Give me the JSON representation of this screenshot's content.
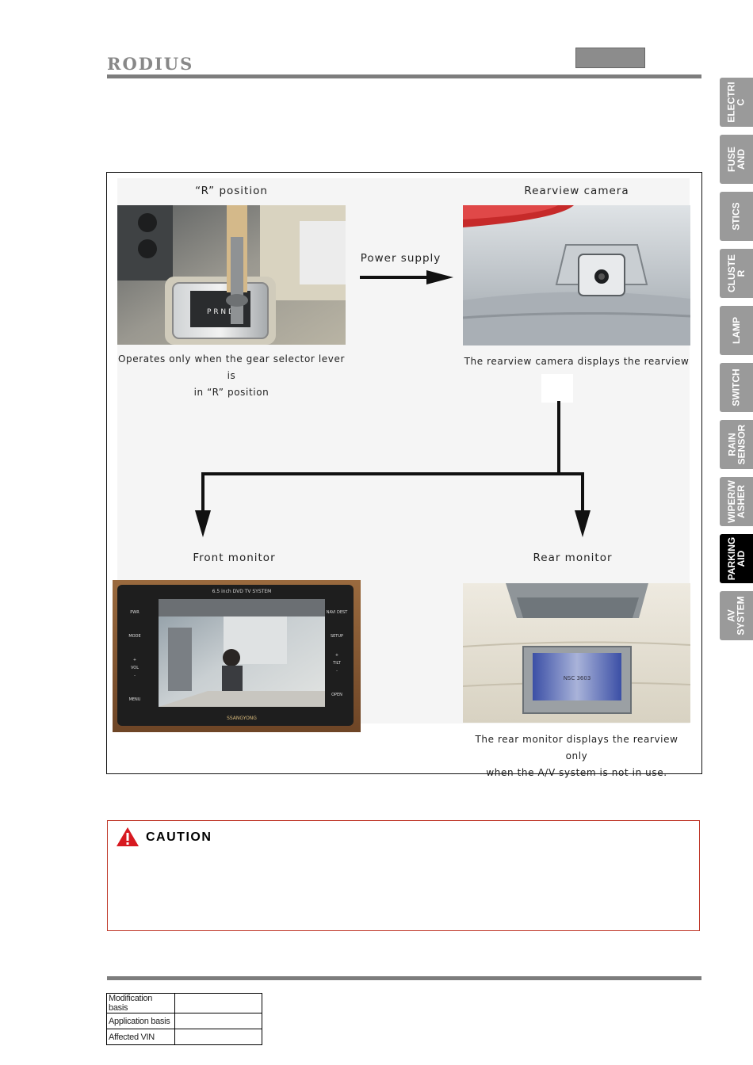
{
  "header": {
    "logo": "RODIUS"
  },
  "tabs": [
    {
      "label": "ELECTRI\nC",
      "active": false
    },
    {
      "label": "FUSE\nAND",
      "active": false
    },
    {
      "label": "STICS",
      "active": false
    },
    {
      "label": "CLUSTE\nR",
      "active": false
    },
    {
      "label": "LAMP",
      "active": false
    },
    {
      "label": "SWITCH",
      "active": false
    },
    {
      "label": "RAIN\nSENSOR",
      "active": false
    },
    {
      "label": "WIPER/W\nASHER",
      "active": false
    },
    {
      "label": "PARKING\nAID",
      "active": true
    },
    {
      "label": "AV\nSYSTEM",
      "active": false
    }
  ],
  "diagram": {
    "r_position_label": "“R” position",
    "rearview_camera_label": "Rearview camera",
    "power_supply_label": "Power supply",
    "r_caption_line1": "Operates only when the gear selector lever is",
    "r_caption_line2": "in “R” position",
    "camera_caption": "The rearview camera displays the rearview",
    "front_monitor_label": "Front monitor",
    "rear_monitor_label": "Rear monitor",
    "rear_caption_line1": "The rear monitor displays the rearview only",
    "rear_caption_line2": "when the A/V system is not in use.",
    "front_screen": {
      "top_text": "6.5 inch DVD TV SYSTEM",
      "brand": "SSANGYONG",
      "left_buttons": [
        "PWR",
        "MODE",
        "+",
        "VOL",
        "-",
        "MENU"
      ],
      "right_buttons": [
        "NAVI\nDEST",
        "SETUP",
        "+",
        "TILT",
        "-",
        "OPEN"
      ]
    },
    "rear_screen_text": "NSC 3603",
    "gear_letters": "P R N D"
  },
  "caution": {
    "title": "CAUTION"
  },
  "footer": {
    "rows": [
      {
        "key": "Modification basis",
        "value": ""
      },
      {
        "key": "Application basis",
        "value": ""
      },
      {
        "key": "Affected VIN",
        "value": ""
      }
    ]
  },
  "colors": {
    "tab_gray": "#9a9a9a",
    "tab_active": "#000000",
    "caution_border": "#c0392b",
    "warning_red": "#d71920"
  }
}
